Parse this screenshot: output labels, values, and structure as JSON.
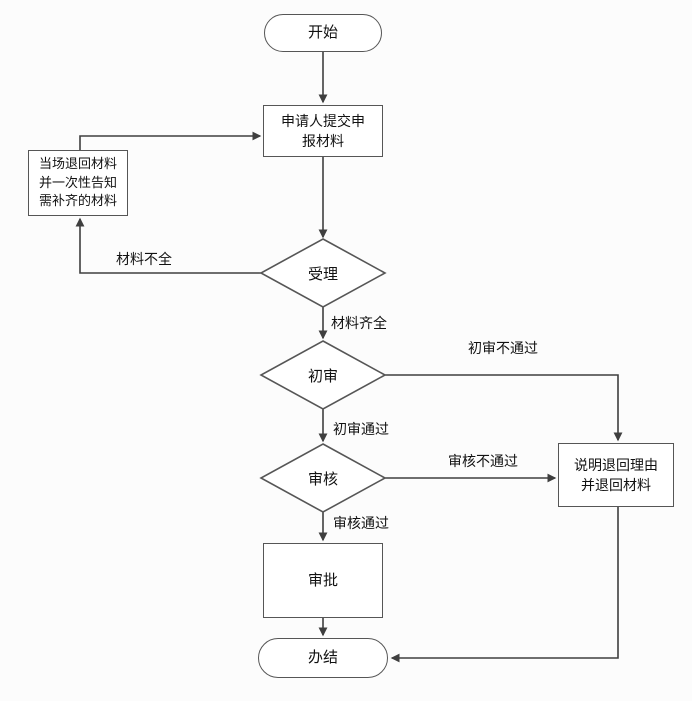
{
  "diagram": {
    "type": "flowchart",
    "colors": {
      "line": "#3f3f3f",
      "border": "#565656",
      "fill": "#ffffff",
      "text": "#111111",
      "background": "#fcfcfc"
    },
    "nodes": {
      "start": {
        "shape": "stadium",
        "label": "开始"
      },
      "submit": {
        "shape": "rect",
        "label": "申请人提交申\n报材料"
      },
      "return_onsite": {
        "shape": "rect",
        "label": "当场退回材料\n并一次性告知\n需补齐的材料"
      },
      "accept": {
        "shape": "diamond",
        "label": "受理"
      },
      "initial_review": {
        "shape": "diamond",
        "label": "初审"
      },
      "review": {
        "shape": "diamond",
        "label": "审核"
      },
      "return_reason": {
        "shape": "rect",
        "label": "说明退回理由\n并退回材料"
      },
      "approve": {
        "shape": "rect",
        "label": "审批"
      },
      "end": {
        "shape": "stadium",
        "label": "办结"
      }
    },
    "edges": [
      {
        "from": "start",
        "to": "submit"
      },
      {
        "from": "submit",
        "to": "accept"
      },
      {
        "from": "accept",
        "to": "return_onsite",
        "label": "材料不全"
      },
      {
        "from": "return_onsite",
        "to": "submit"
      },
      {
        "from": "accept",
        "to": "initial_review",
        "label": "材料齐全"
      },
      {
        "from": "initial_review",
        "to": "return_reason",
        "label": "初审不通过"
      },
      {
        "from": "initial_review",
        "to": "review",
        "label": "初审通过"
      },
      {
        "from": "review",
        "to": "return_reason",
        "label": "审核不通过"
      },
      {
        "from": "review",
        "to": "approve",
        "label": "审核通过"
      },
      {
        "from": "approve",
        "to": "end"
      },
      {
        "from": "return_reason",
        "to": "end"
      }
    ]
  }
}
